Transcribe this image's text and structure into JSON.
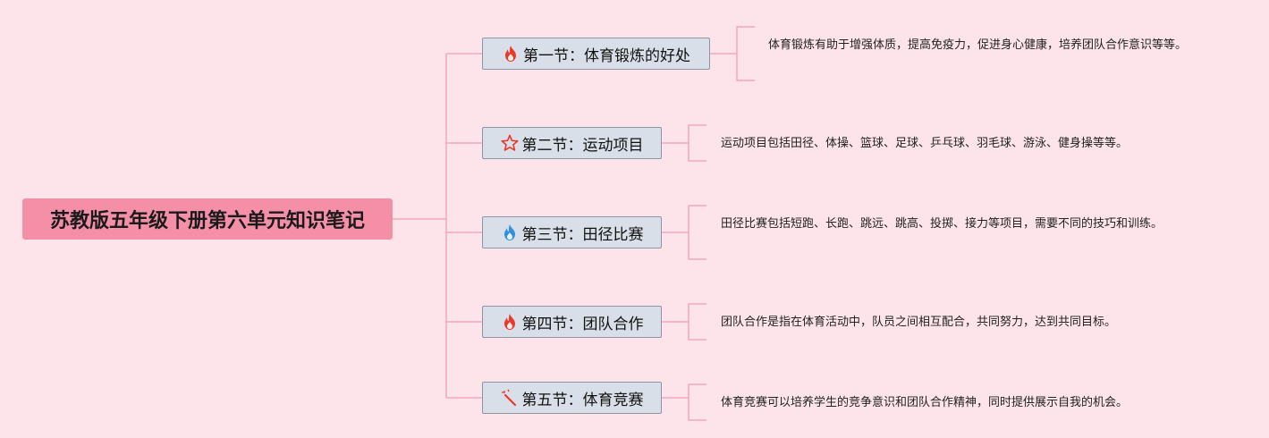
{
  "root": {
    "title": "苏教版五年级下册第六单元知识笔记"
  },
  "topics": [
    {
      "icon": "fire-icon",
      "label": "第一节：体育锻炼的好处",
      "desc": "体育锻炼有助于增强体质，提高免疫力，促进身心健康，培养团队合作意识等等。"
    },
    {
      "icon": "star-icon",
      "label": "第二节：运动项目",
      "desc": "运动项目包括田径、体操、篮球、足球、乒乓球、羽毛球、游泳、健身操等等。"
    },
    {
      "icon": "water-drop-icon",
      "label": "第三节：田径比赛",
      "desc": "田径比赛包括短跑、长跑、跳远、跳高、投掷、接力等项目，需要不同的技巧和训练。"
    },
    {
      "icon": "fire-icon",
      "label": "第四节：团队合作",
      "desc": "团队合作是指在体育活动中，队员之间相互配合，共同努力，达到共同目标。"
    },
    {
      "icon": "magic-wand-icon",
      "label": "第五节：体育竞赛",
      "desc": "体育竞赛可以培养学生的竞争意识和团队合作精神，同时提供展示自我的机会。"
    }
  ],
  "colors": {
    "background": "#fde4ea",
    "root_fill": "#f58fa8",
    "topic_fill": "#d9dfe8",
    "connector": "#f4a6bb"
  }
}
